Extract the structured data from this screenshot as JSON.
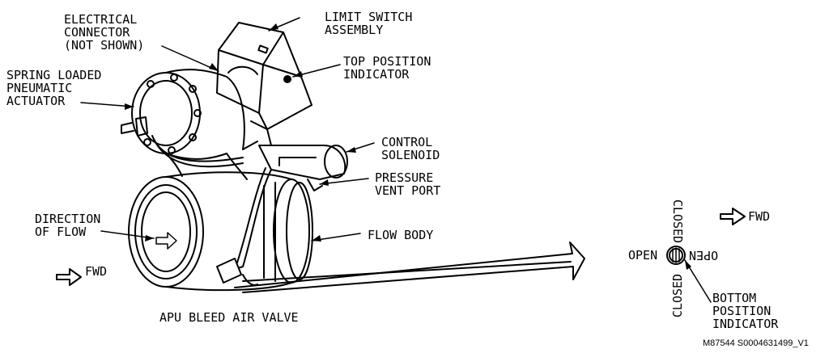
{
  "labels": {
    "electrical_connector": "ELECTRICAL\nCONNECTOR\n(NOT SHOWN)",
    "limit_switch": "LIMIT SWITCH\nASSEMBLY",
    "top_position_indicator": "TOP POSITION\nINDICATOR",
    "actuator": "SPRING LOADED\nPNEUMATIC\nACTUATOR",
    "control_solenoid": "CONTROL\nSOLENOID",
    "pressure_vent_port": "PRESSURE\nVENT PORT",
    "direction_of_flow": "DIRECTION\nOF FLOW",
    "flow_body": "FLOW BODY",
    "fwd_left": "FWD",
    "fwd_right": "FWD",
    "valve_title": "APU BLEED AIR VALVE",
    "indicator_closed_top": "CLOSED",
    "indicator_closed_bottom": "CLOSED",
    "indicator_open_left": "OPEN",
    "indicator_open_right": "OPEN",
    "bottom_position_indicator": "BOTTOM\nPOSITION\nINDICATOR",
    "figure_id": "M87544 S0004631499_V1"
  },
  "colors": {
    "ink": "#000000",
    "background": "#ffffff"
  }
}
